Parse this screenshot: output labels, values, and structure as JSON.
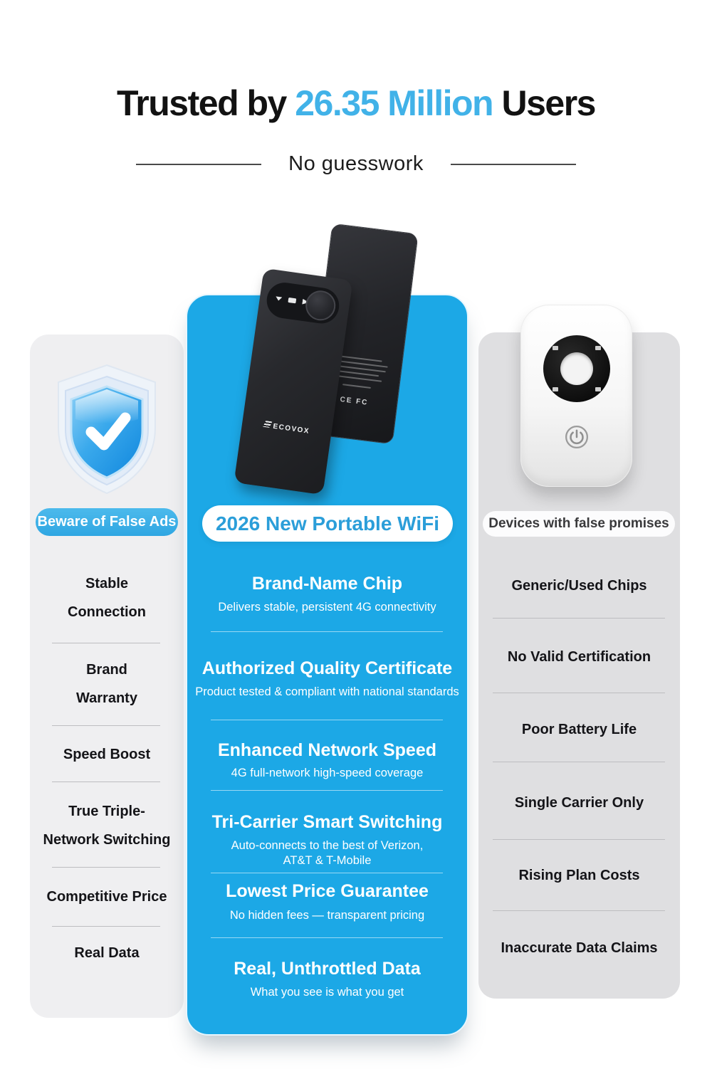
{
  "header": {
    "title_prefix": "Trusted by ",
    "title_highlight": "26.35 Million",
    "title_suffix": " Users",
    "subtitle": "No guesswork",
    "highlight_color": "#41b2e8"
  },
  "left_panel": {
    "badge": "Beware of False Ads",
    "items": [
      "Stable\nConnection",
      "Brand\nWarranty",
      "Speed Boost",
      "True Triple-\nNetwork Switching",
      "Competitive Price",
      "Real Data"
    ]
  },
  "center_panel": {
    "badge": "2026 New Portable WiFi",
    "accent_color": "#1ca8e6",
    "device_brand": "ECOVOX",
    "device_back_marks": "CE FC",
    "features": [
      {
        "title": "Brand-Name Chip",
        "desc": "Delivers stable, persistent 4G connectivity"
      },
      {
        "title": "Authorized Quality Certificate",
        "desc": "Product tested & compliant with national standards"
      },
      {
        "title": "Enhanced Network Speed",
        "desc": "4G full-network high-speed coverage"
      },
      {
        "title": "Tri-Carrier Smart Switching",
        "desc": "Auto-connects to the best of Verizon,\nAT&T & T-Mobile"
      },
      {
        "title": "Lowest Price Guarantee",
        "desc": "No hidden fees — transparent pricing"
      },
      {
        "title": "Real, Unthrottled Data",
        "desc": "What you see is what you get"
      }
    ]
  },
  "right_panel": {
    "badge": "Devices with false promises",
    "items": [
      "Generic/Used Chips",
      "No Valid Certification",
      "Poor Battery Life",
      "Single Carrier Only",
      "Rising Plan Costs",
      "Inaccurate Data Claims"
    ]
  }
}
